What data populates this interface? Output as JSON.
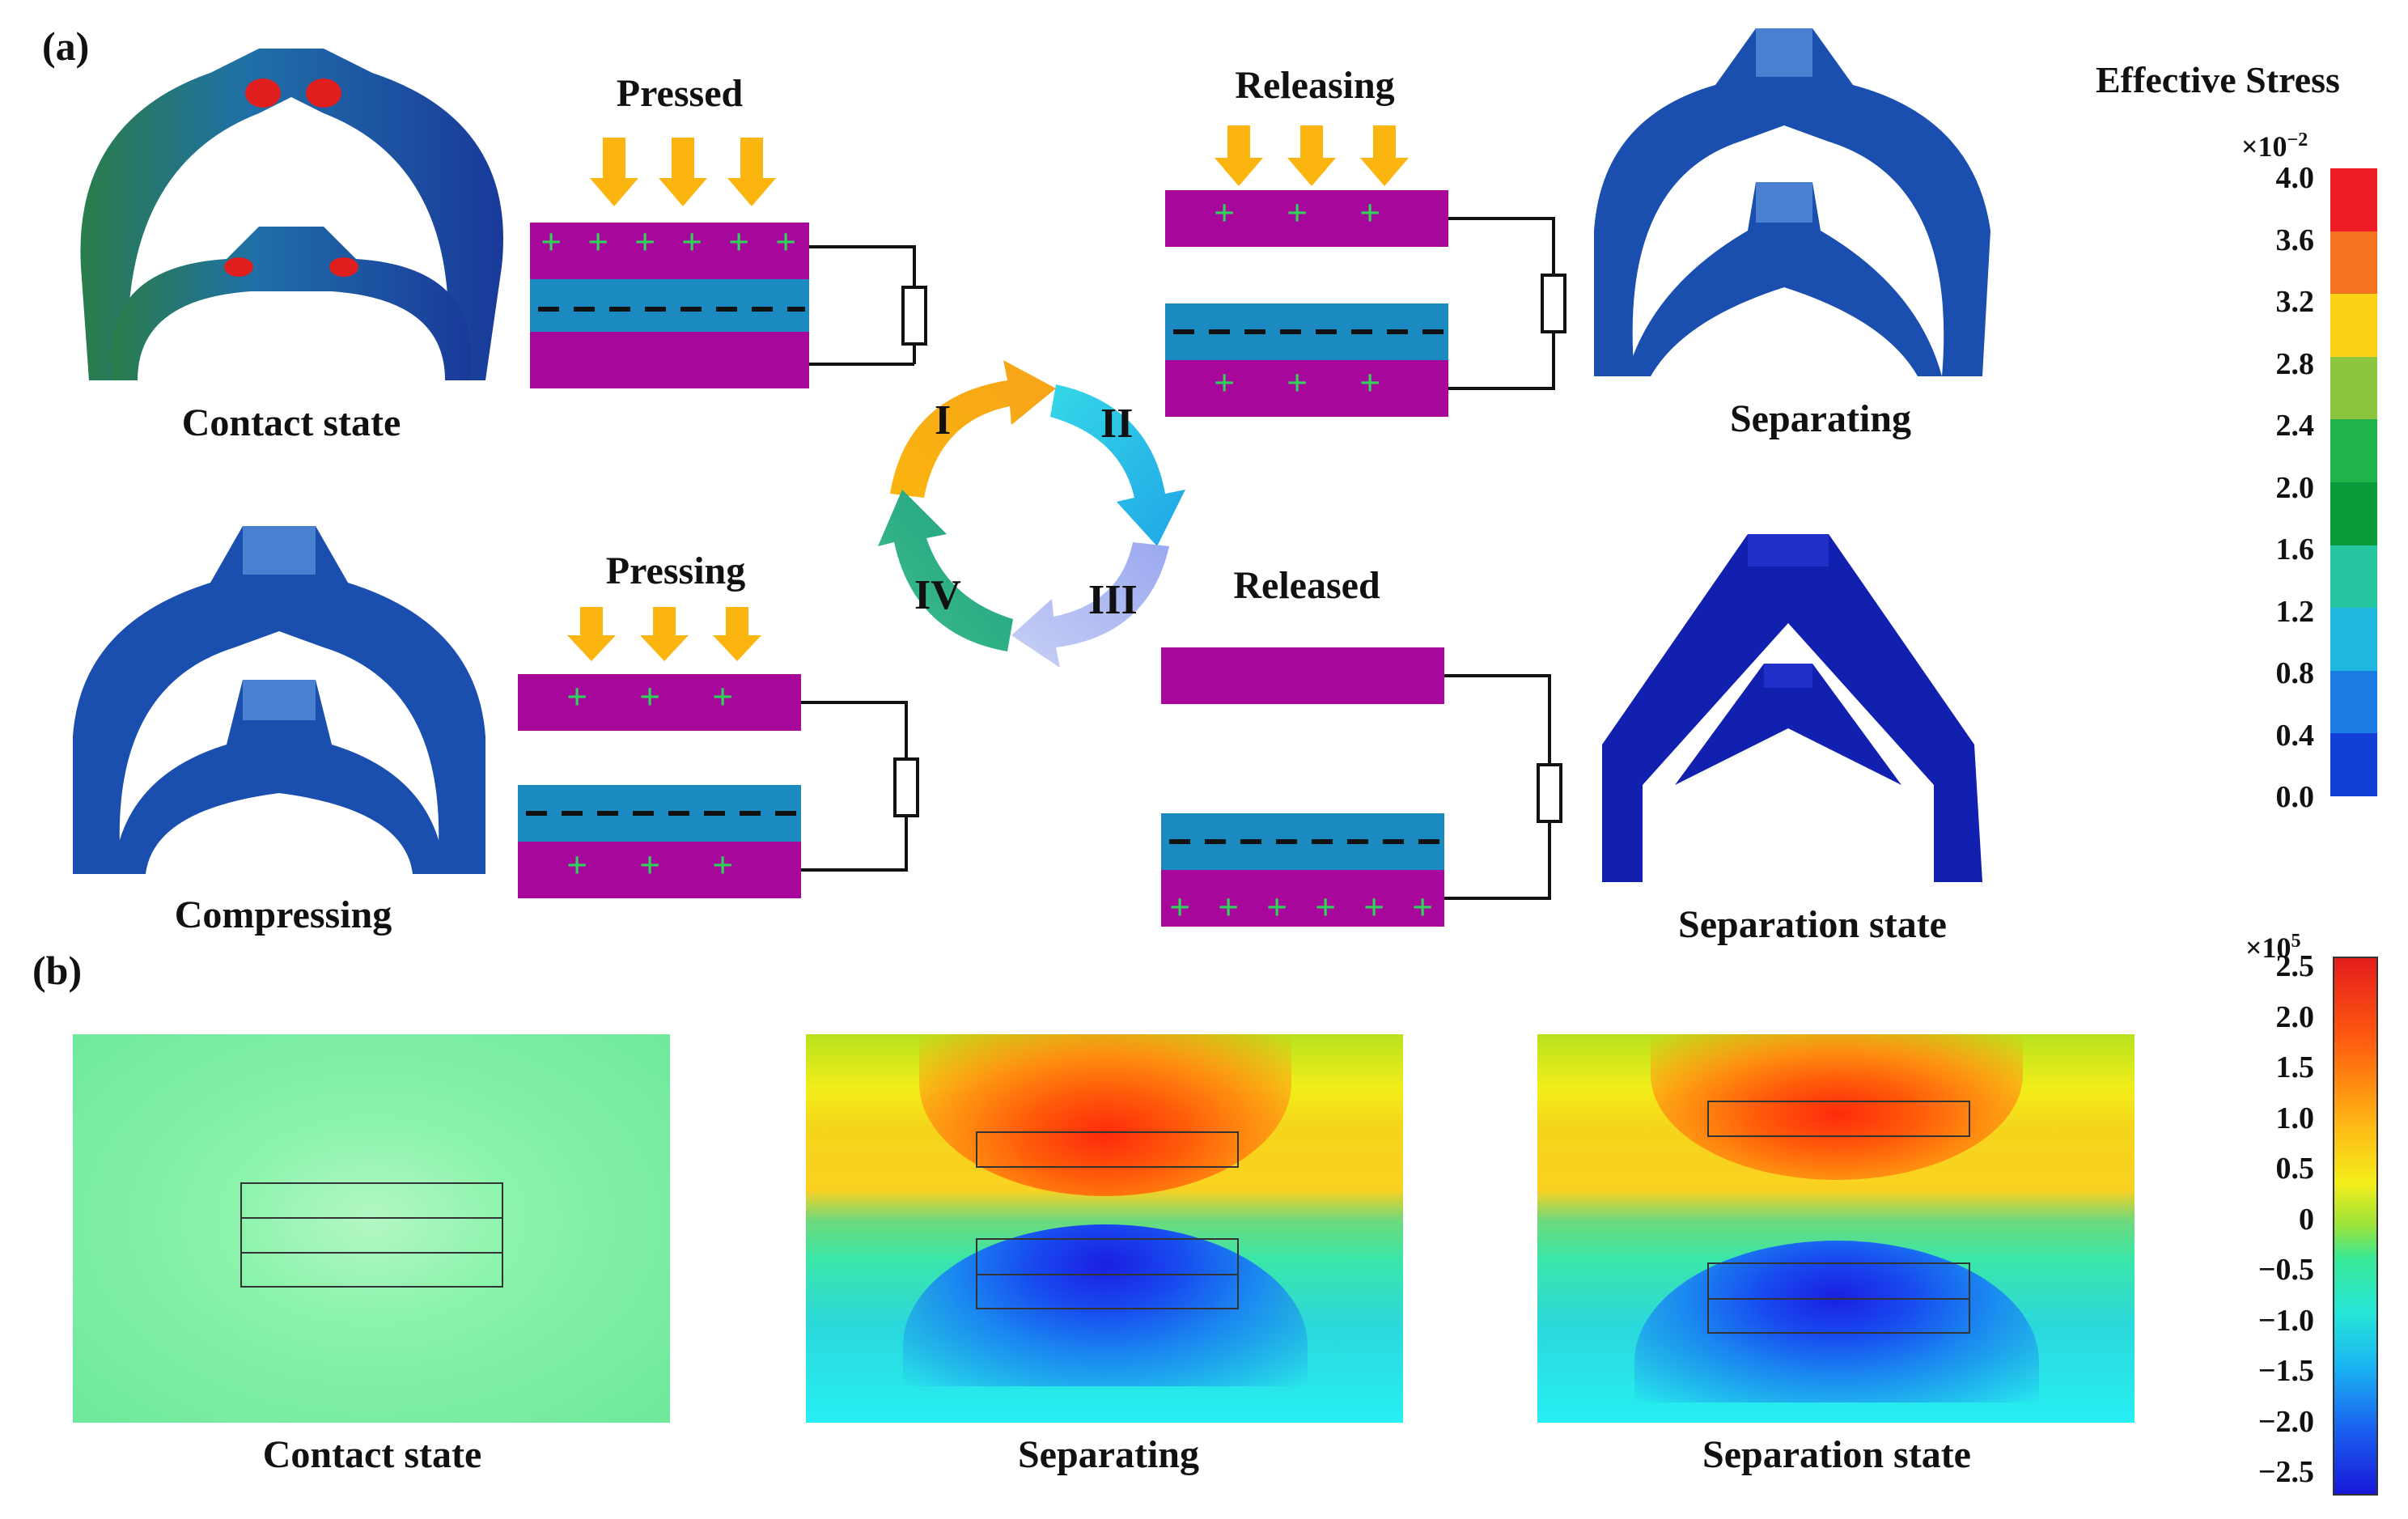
{
  "panel_a": {
    "label": "(a)",
    "states": {
      "contact": "Contact state",
      "separating": "Separating",
      "compressing": "Compressing",
      "separation": "Separation state"
    },
    "stages": {
      "pressed": "Pressed",
      "releasing": "Releasing",
      "pressing": "Pressing",
      "released": "Released"
    },
    "cycle": [
      "I",
      "II",
      "III",
      "IV"
    ],
    "colorbar": {
      "title": "Effective Stress",
      "exponent_base": "×10",
      "exponent": "−2",
      "ticks": [
        "4.0",
        "3.6",
        "3.2",
        "2.8",
        "2.4",
        "2.0",
        "1.6",
        "1.2",
        "0.8",
        "0.4",
        "0.0"
      ],
      "colors": [
        "#ee1c25",
        "#f47320",
        "#fcd116",
        "#8cc63f",
        "#1fb34b",
        "#0a9b3a",
        "#26c6a0",
        "#1fb6e0",
        "#1a7be0",
        "#1040d8"
      ]
    },
    "symbols": {
      "plus": "+"
    }
  },
  "panel_b": {
    "label": "(b)",
    "captions": [
      "Contact state",
      "Separating",
      "Separation state"
    ],
    "colorbar": {
      "exponent_base": "×10",
      "exponent": "5",
      "ticks": [
        "2.5",
        "2.0",
        "1.5",
        "1.0",
        "0.5",
        "0",
        "−0.5",
        "−1.0",
        "−1.5",
        "−2.0",
        "−2.5"
      ]
    }
  },
  "colors": {
    "magenta": "#a7079a",
    "teal": "#1a8ac0",
    "arrow": "#fbb50e",
    "plus": "#2fd35a",
    "device": "#123a9a"
  }
}
